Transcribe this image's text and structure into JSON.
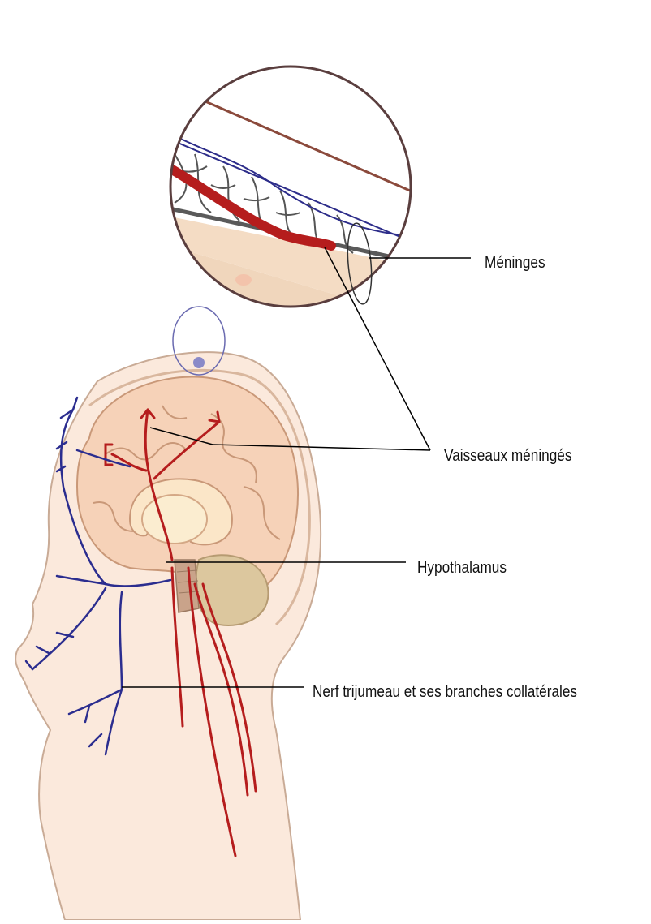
{
  "labels": {
    "meninges": "Méninges",
    "vaisseaux": "Vaisseaux méningés",
    "hypothalamus": "Hypothalamus",
    "nerf": "Nerf trijumeau et ses branches collatérales"
  },
  "colors": {
    "skin": "#fbe7da",
    "skin_edge": "#b89a86",
    "brain": "#f7d3b9",
    "cerebellum": "#dcc8a0",
    "artery": "#b51d1d",
    "nerve": "#2b2d8f",
    "line": "#000000"
  }
}
